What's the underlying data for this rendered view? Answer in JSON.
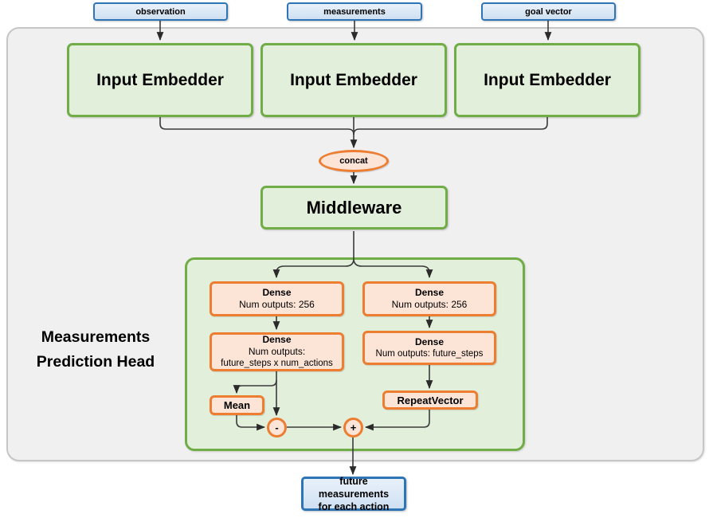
{
  "inputs": [
    {
      "label": "observation"
    },
    {
      "label": "measurements"
    },
    {
      "label": "goal vector"
    }
  ],
  "embedders": [
    {
      "label": "Input Embedder"
    },
    {
      "label": "Input Embedder"
    },
    {
      "label": "Input Embedder"
    }
  ],
  "concat": {
    "label": "concat"
  },
  "middleware": {
    "label": "Middleware"
  },
  "head": {
    "title_line1": "Measurements",
    "title_line2": "Prediction Head",
    "dense_left_1": {
      "name": "Dense",
      "detail": "Num outputs: 256"
    },
    "dense_right_1": {
      "name": "Dense",
      "detail": "Num outputs: 256"
    },
    "dense_left_2": {
      "name": "Dense",
      "detail_line1": "Num outputs:",
      "detail_line2": "future_steps x num_actions"
    },
    "dense_right_2": {
      "name": "Dense",
      "detail": "Num outputs: future_steps"
    },
    "mean": {
      "label": "Mean"
    },
    "repeat_vector": {
      "label": "RepeatVector"
    },
    "minus": {
      "label": "-"
    },
    "plus": {
      "label": "+"
    }
  },
  "output": {
    "line1": "future measurements",
    "line2": "for each action"
  },
  "colors": {
    "green_border": "#70ad47",
    "green_fill": "#e2efda",
    "orange_border": "#ed7d31",
    "orange_fill": "#fce4d6",
    "blue_border": "#2e75b6",
    "blue_fill": "#dce9f7",
    "frame_fill": "#f0f0f0",
    "frame_border": "#c6c6c6",
    "wire": "#3a3a3a"
  }
}
